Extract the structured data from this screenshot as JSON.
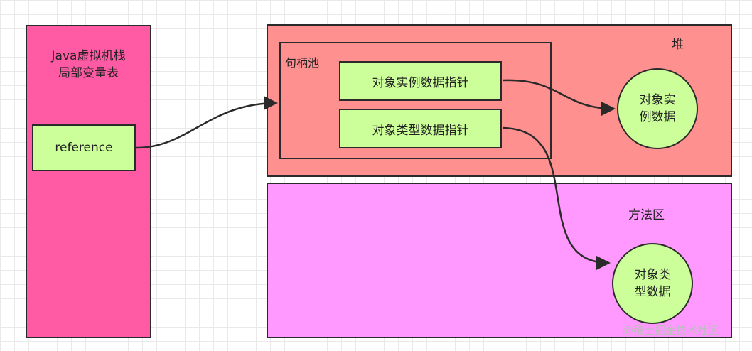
{
  "stack": {
    "title": "Java虚拟机栈\n局部变量表",
    "reference": "reference"
  },
  "heap": {
    "label": "堆",
    "pool_label": "句柄池",
    "instance_pointer": "对象实例数据指针",
    "type_pointer": "对象类型数据指针",
    "instance_data": "对象实\n例数据"
  },
  "method_area": {
    "label": "方法区",
    "type_data": "对象类\n型数据"
  },
  "watermark": "@稀土掘金技术社区",
  "colors": {
    "stack_fill": "#ff5aa4",
    "heap_fill": "#ff9090",
    "method_area_fill": "#ff99ff",
    "node_fill": "#ccff99",
    "stroke": "#2a2a2a"
  }
}
